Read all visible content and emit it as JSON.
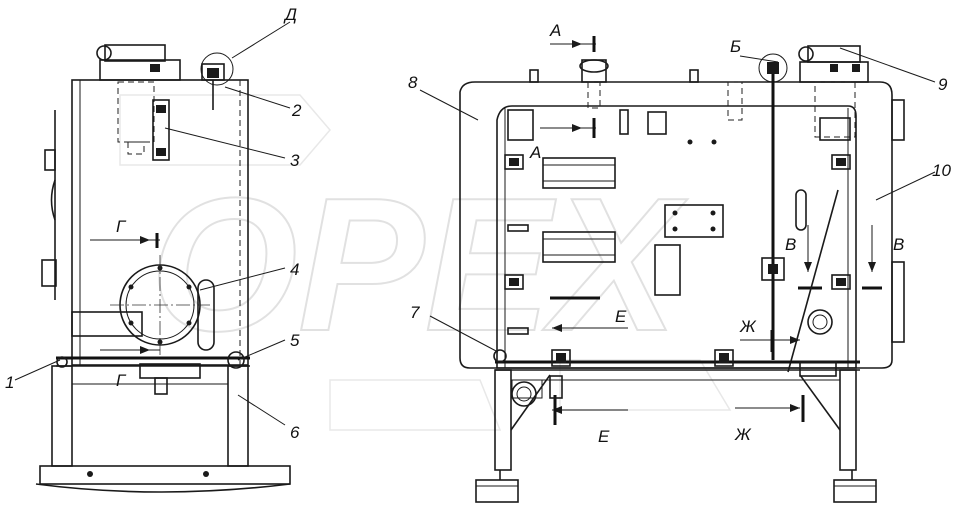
{
  "watermark": "ОРЕХ",
  "callouts": {
    "n1": "1",
    "n2": "2",
    "n3": "3",
    "n4": "4",
    "n5": "5",
    "n6": "6",
    "n7": "7",
    "n8": "8",
    "n9": "9",
    "n10": "10"
  },
  "views": {
    "d": "Д",
    "b": "Б",
    "a_top": "А",
    "a_mid": "А",
    "g_top": "Г",
    "g_bot": "Г",
    "v_left": "В",
    "v_right": "В",
    "e_mid": "Е",
    "e_bot": "Е",
    "zh_mid": "Ж",
    "zh_bot": "Ж"
  }
}
